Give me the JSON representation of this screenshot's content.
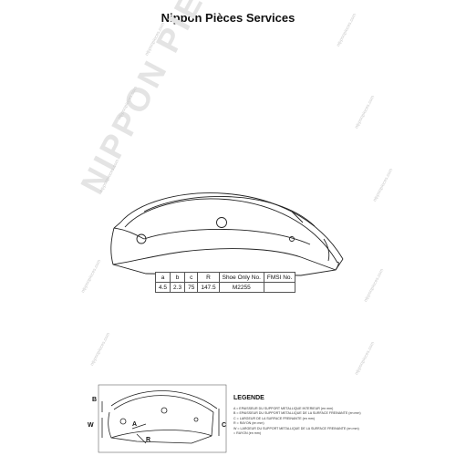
{
  "title": "Nippon Pièces Services",
  "watermark": "NIPPON PIECES SERVICES",
  "watermark_small": "nipponpieces.com",
  "spec_table": {
    "headers": [
      "a",
      "b",
      "c",
      "R",
      "Shoe Only No.",
      "FMSI No."
    ],
    "row": [
      "4.5",
      "2.3",
      "75",
      "147.5",
      "M2255",
      ""
    ]
  },
  "legend": {
    "title": "LEGENDE",
    "items": [
      "A = EPAISSEUR DU SUPPORT METALLIQUE INTERIEUR (en mm)",
      "B = EPAISSEUR DU SUPPORT METALLIQUE DE LA SURFACE FREINANTE (en mm)",
      "C = LARGEUR DE LA SURFACE FREINANTE (en mm)",
      "R = RAYON (en mm)",
      "W = LARGEUR DU SUPPORT METALLIQUE DE LA SURFACE FREINANTE (en mm)",
      "= RAYON (en mm)"
    ]
  },
  "dimension_labels": {
    "A": "A",
    "B": "B",
    "C": "C",
    "R": "R",
    "W": "W"
  }
}
